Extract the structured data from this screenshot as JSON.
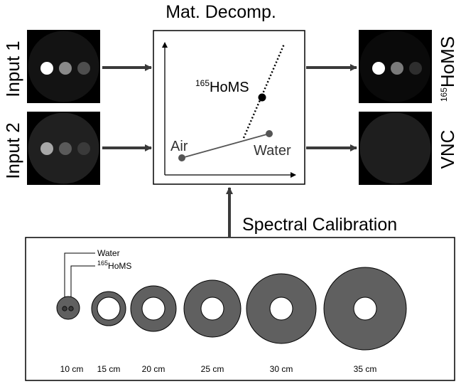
{
  "title": "Mat. Decomp.",
  "inputs": [
    {
      "label": "Input 1"
    },
    {
      "label": "Input 2"
    }
  ],
  "outputs": [
    {
      "label": "HoMS",
      "superscript": "165"
    },
    {
      "label": "VNC"
    }
  ],
  "plot": {
    "homs_label": "HoMS",
    "homs_superscript": "165",
    "air_label": "Air",
    "water_label": "Water"
  },
  "calibration": {
    "title": "Spectral Calibration",
    "legend_water": "Water",
    "legend_homs": "HoMS",
    "legend_homs_superscript": "165",
    "phantoms": [
      {
        "label": "10 cm"
      },
      {
        "label": "15 cm"
      },
      {
        "label": "20 cm"
      },
      {
        "label": "25 cm"
      },
      {
        "label": "30 cm"
      },
      {
        "label": "35 cm"
      }
    ]
  },
  "colors": {
    "line": "#3a3a3a",
    "phantom_fill": "#606060",
    "image_bg": "#000000",
    "image_disc": "#111111"
  }
}
